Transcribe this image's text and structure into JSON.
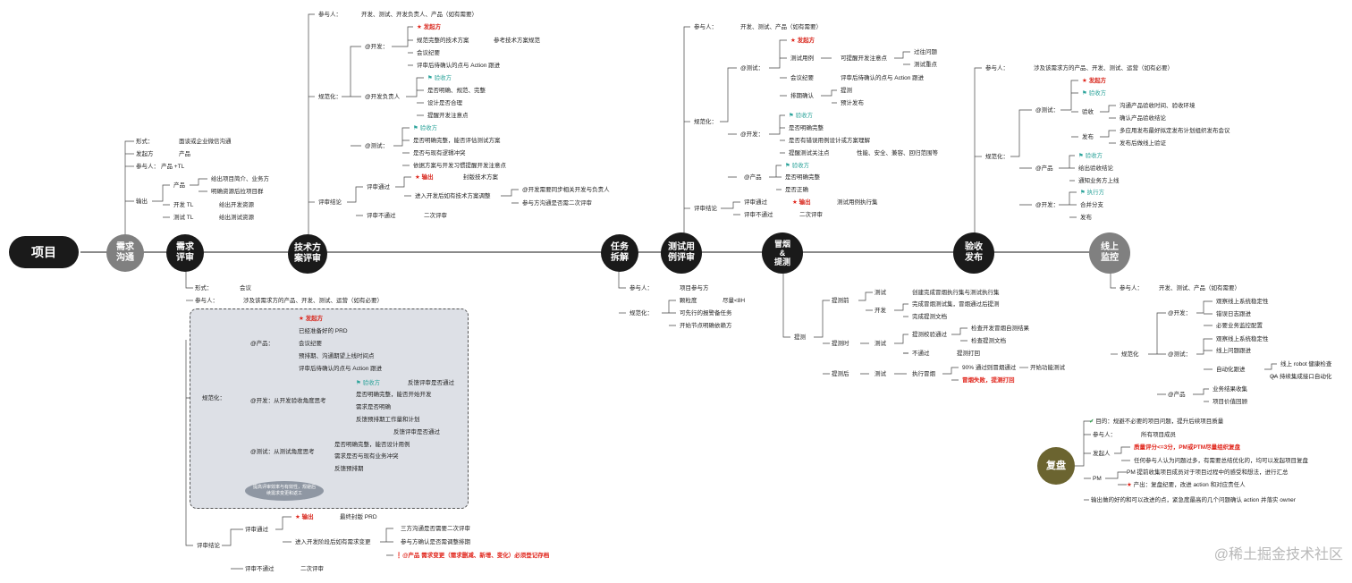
{
  "root": "项目",
  "stages": [
    "需求\n沟通",
    "需求\n评审",
    "技术方\n案评审",
    "任务\n拆解",
    "测试用\n例评审",
    "冒烟\n&\n提测",
    "验收\n发布",
    "线上\n监控"
  ],
  "s1": {
    "form_k": "形式：",
    "form_v": "面谈或企业微信沟通",
    "init_k": "发起方",
    "init_v": "产品",
    "part_k": "参与人：",
    "part_v": "产品 +TL",
    "out_k": "输出",
    "o1_k": "产品",
    "o1_v1": "给出项目简介、业务方",
    "o1_v2": "明确资源后拉项目群",
    "o2_k": "开发 TL",
    "o2_v": "给出开发资源",
    "o3_k": "测试 TL",
    "o3_v": "给出测试资源"
  },
  "s2": {
    "form_k": "形式：",
    "form_v": "会议",
    "part_k": "参与人：",
    "part_v": "涉及该需求方的产品、开发、测试、运营（如有必要）",
    "norm": "规范化：",
    "prod": "@产品：",
    "p1": "发起方",
    "p2": "已经准备好的 PRD",
    "p3": "会议纪要",
    "p4": "预排期、沟通期望上线时间点",
    "p5": "评审后待确认的点与 Action 跟进",
    "dev": "@开发：从开发验收角度思考",
    "d1": "验收方",
    "d1b": "反馈评审是否通过",
    "d2": "是否明确完整，能否开始开发",
    "d3": "需求是否明确",
    "d4": "反馈预排期工作量和计划",
    "test": "@测试：从测试角度思考",
    "t1": "是否明确完整，能否设计用例",
    "t1b": "反馈评审是否通过",
    "t2": "需求是否与现有业务冲突",
    "t3": "反馈预排期",
    "bubble": "提高评审效率与有效性，规避后续需求变更和返工",
    "conc": "评审结论",
    "pass": "评审通过",
    "out": "输出",
    "out_v": "最终封版 PRD",
    "chg": "进入开发阶段后如有需求变更",
    "c1": "三方沟通是否需要二次评审",
    "c2": "参与方确认是否需调整排期",
    "c3": "@产品 需求变更（需求删减、新增、变化）必须登记存档",
    "fail": "评审不通过",
    "fail_v": "二次评审"
  },
  "s3": {
    "part_k": "参与人：",
    "part_v": "开发、测试、开发负责人、产品（如有需要）",
    "norm": "规范化：",
    "dev": "@开发：",
    "d0": "发起方",
    "d1": "规范完整的技术方案",
    "d1b": "参考技术方案规范",
    "d2": "会议纪要",
    "d3": "评审后待确认的点与 Action 跟进",
    "lead": "@开发负责人",
    "l0": "验收方",
    "l1": "是否明确、规范、完整",
    "l2": "设计是否合理",
    "l3": "提醒开发注意点",
    "test": "@测试：",
    "t0": "验收方",
    "t1": "是否明确完整，能否评估测试方案",
    "t2": "是否与现有逻辑冲突",
    "t3": "依据方案与开发习惯提醒开发注意点",
    "conc": "评审结论",
    "pass": "评审通过",
    "out": "输出",
    "out_v": "封版技术方案",
    "chg": "进入开发后如有技术方案调整",
    "c1": "@开发需要同步相关开发与负责人",
    "c2": "参与方沟通是否需二次评审",
    "fail": "评审不通过",
    "fail_v": "二次评审"
  },
  "s4": {
    "part_k": "参与人：",
    "part_v": "项目参与方",
    "norm": "规范化：",
    "n1": "颗粒度",
    "n1b": "尽量<8H",
    "n2": "可先行的报警备任务",
    "n3": "开始节点明确依赖方"
  },
  "s5": {
    "part_k": "参与人：",
    "part_v": "开发、测试、产品（如有需要）",
    "norm": "规范化：",
    "test": "@测试：",
    "t0": "发起方",
    "t1": "测试用例",
    "t1b": "可提醒开发注意点",
    "t1c": "过往问题",
    "t1d": "测试重点",
    "t2": "会议纪要",
    "t2b": "评审后待确认的点与 Action 跟进",
    "t3": "排期确认",
    "t3b": "提测",
    "t3c": "预计发布",
    "dev": "@开发：",
    "d0": "验收方",
    "d1": "是否明确完整",
    "d2": "是否有错误用例设计或方案理解",
    "d3": "提醒测试关注点",
    "d3b": "性能、安全、兼容、回归范围等",
    "prod": "@产品",
    "p0": "验收方",
    "p1": "是否明确完整",
    "p2": "是否正确",
    "conc": "评审结论",
    "pass": "评审通过",
    "out": "输出",
    "out_v": "测试用例执行集",
    "fail": "评审不通过",
    "fail_v": "二次评审"
  },
  "s6": {
    "label": "提测",
    "pre": "提测前",
    "pre_test": "测试",
    "pre_test_v": "创建完成冒烟执行集与测试执行集",
    "pre_dev": "开发",
    "pre_dev_v1": "完成冒烟测试集，冒烟通过后提测",
    "pre_dev_v2": "完成提测文档",
    "mid": "提测时",
    "mid_test": "测试",
    "m1": "提测校验通过",
    "m1a": "检查开发冒烟自测结果",
    "m1b": "检查提测文档",
    "m2": "不通过",
    "m2b": "提测打回",
    "post": "提测后",
    "post_test": "测试",
    "post_exec": "执行冒烟",
    "e1": "90% 通过则冒烟通过",
    "e1b": "开始功能测试",
    "e2": "冒烟失败，提测打回"
  },
  "s7": {
    "part_k": "参与人：",
    "part_v": "涉及该需求方的产品、开发、测试、运营（如有必要）",
    "norm": "规范化：",
    "test": "@测试：",
    "t0": "发起方",
    "t1": "验收方",
    "acc": "验收",
    "a1": "沟通产品验收时间、验收环境",
    "a2": "确认产品验收结论",
    "rel": "发布",
    "r1": "多应用发布最好拟定发布计划组织发布会议",
    "r2": "发布后做线上验证",
    "prod": "@产品",
    "p0": "验收方",
    "p1": "给出验收结论",
    "p2": "通知业务方上线",
    "dev": "@开发：",
    "v0": "执行方",
    "v1": "合并分支",
    "v2": "发布"
  },
  "s8": {
    "part_k": "参与人：",
    "part_v": "开发、测试、产品（如有需要）",
    "norm": "规范化",
    "dev": "@开发：",
    "d1": "观察线上系统稳定性",
    "d2": "错误日志跟进",
    "d3": "必要业务监控配置",
    "test": "@测试：",
    "t1": "观察线上系统稳定性",
    "t2": "线上问题跟进",
    "t3": "自动化跟进",
    "t3a": "线上 robot 健康检查",
    "t3b": "QA 持续集成接口自动化",
    "prod": "@产品",
    "p1": "业务结果收集",
    "p2": "项目价值回顾"
  },
  "review": {
    "title": "复盘",
    "goal": "目的：规避不必要的项目问题，提升后续项目质量",
    "part_k": "参与人：",
    "part_v": "所有项目成员",
    "init_k": "发起人",
    "i1": "质量评分<=3分，PM或PTM尽量组织复盘",
    "i2": "任何参与人认为问题过多，有需要总结优化的，均可以发起项目复盘",
    "pm_k": "PM",
    "pm1": "PM 提前收集项目成员对于项目过程中的感受和想法，进行汇总",
    "pm2": "产出：复盘纪要，改进 action 和对应责任人",
    "last": "输出做的好的和可以改进的点，紧急度最高的几个问题确认 action 并落实 owner"
  },
  "watermark": "@稀土掘金技术社区",
  "colors": {
    "node": "#1a1a1a",
    "grey_node": "#808080",
    "review_node": "#6b6430",
    "accent_red": "#e0251b",
    "flag": "#2ba39a",
    "box_bg": "#dde0e6"
  }
}
